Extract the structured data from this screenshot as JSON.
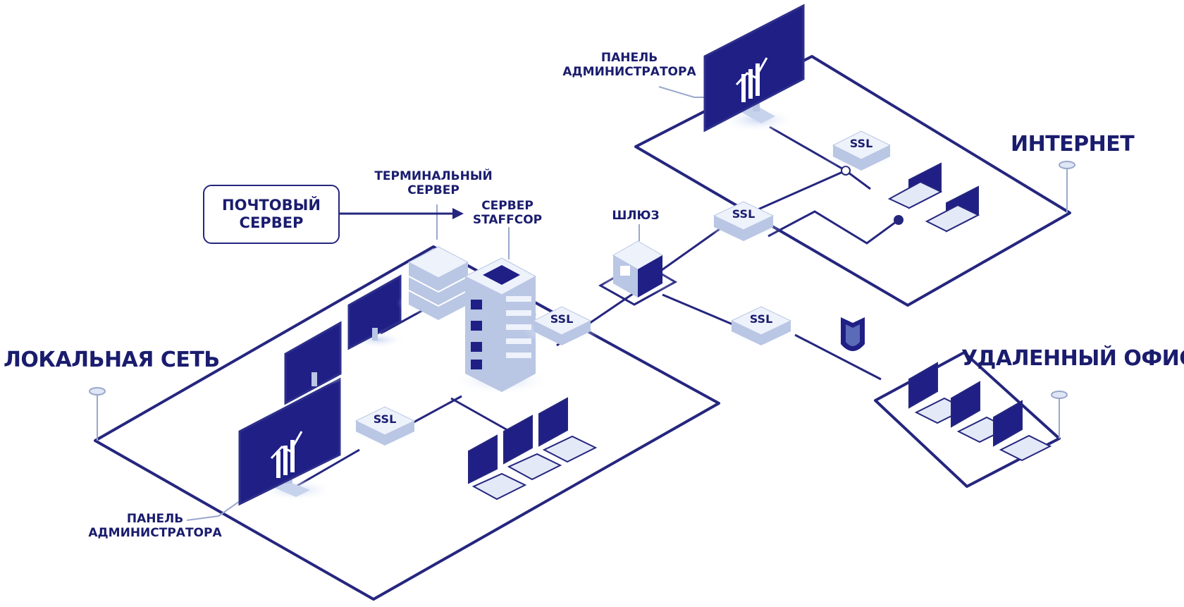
{
  "zones": {
    "local_network": "ЛОКАЛЬНАЯ СЕТЬ",
    "internet": "ИНТЕРНЕТ",
    "remote_office": "УДАЛЕННЫЙ ОФИС"
  },
  "labels": {
    "admin_panel_top_1": "ПАНЕЛЬ",
    "admin_panel_top_2": "АДМИНИСТРАТОРА",
    "admin_panel_bottom_1": "ПАНЕЛЬ",
    "admin_panel_bottom_2": "АДМИНИСТРАТОРА",
    "terminal_server_1": "ТЕРМИНАЛЬНЫЙ",
    "terminal_server_2": "СЕРВЕР",
    "staffcop_server_1": "СЕРВЕР",
    "staffcop_server_2": "STAFFCOP",
    "gateway": "ШЛЮЗ",
    "mail_server_1": "ПОЧТОВЫЙ",
    "mail_server_2": "СЕРВЕР"
  },
  "ssl_label": "SSL",
  "colors": {
    "line": "#25267e",
    "screen": "#1f1f86",
    "device_top": "#eef2fb",
    "device_side": "#b9c6e4",
    "glow": "#cfd9f2"
  }
}
